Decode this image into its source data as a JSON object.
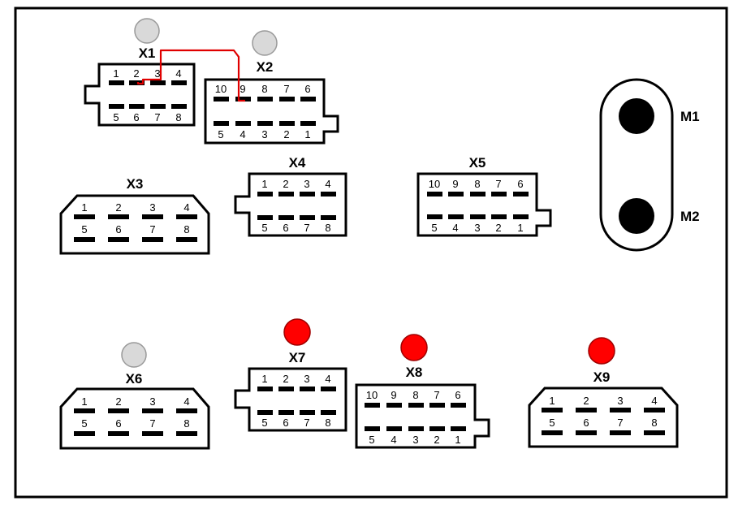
{
  "colors": {
    "background": "#ffffff",
    "frame": "#000000",
    "indicator_grey": "#d9d9d9",
    "indicator_red": "#ff0000",
    "wire_red": "#e00000",
    "mount_hole": "#000000"
  },
  "connectors": {
    "x1": {
      "label": "X1",
      "indicator": "grey",
      "top": [
        "1",
        "2",
        "3",
        "4"
      ],
      "bottom": [
        "5",
        "6",
        "7",
        "8"
      ]
    },
    "x2": {
      "label": "X2",
      "indicator": "grey",
      "top": [
        "10",
        "9",
        "8",
        "7",
        "6"
      ],
      "bottom": [
        "5",
        "4",
        "3",
        "2",
        "1"
      ]
    },
    "x3": {
      "label": "X3",
      "top": [
        "1",
        "2",
        "3",
        "4"
      ],
      "bottom": [
        "5",
        "6",
        "7",
        "8"
      ]
    },
    "x4": {
      "label": "X4",
      "top": [
        "1",
        "2",
        "3",
        "4"
      ],
      "bottom": [
        "5",
        "6",
        "7",
        "8"
      ]
    },
    "x5": {
      "label": "X5",
      "top": [
        "10",
        "9",
        "8",
        "7",
        "6"
      ],
      "bottom": [
        "5",
        "4",
        "3",
        "2",
        "1"
      ]
    },
    "x6": {
      "label": "X6",
      "indicator": "grey",
      "top": [
        "1",
        "2",
        "3",
        "4"
      ],
      "bottom": [
        "5",
        "6",
        "7",
        "8"
      ]
    },
    "x7": {
      "label": "X7",
      "indicator": "red",
      "top": [
        "1",
        "2",
        "3",
        "4"
      ],
      "bottom": [
        "5",
        "6",
        "7",
        "8"
      ]
    },
    "x8": {
      "label": "X8",
      "indicator": "red",
      "top": [
        "10",
        "9",
        "8",
        "7",
        "6"
      ],
      "bottom": [
        "5",
        "4",
        "3",
        "2",
        "1"
      ]
    },
    "x9": {
      "label": "X9",
      "indicator": "red",
      "top": [
        "1",
        "2",
        "3",
        "4"
      ],
      "bottom": [
        "5",
        "6",
        "7",
        "8"
      ]
    }
  },
  "mounts": {
    "m1": "M1",
    "m2": "M2"
  },
  "jumper": {
    "from": "X1 pin 2",
    "to": "X2 pin 9"
  }
}
